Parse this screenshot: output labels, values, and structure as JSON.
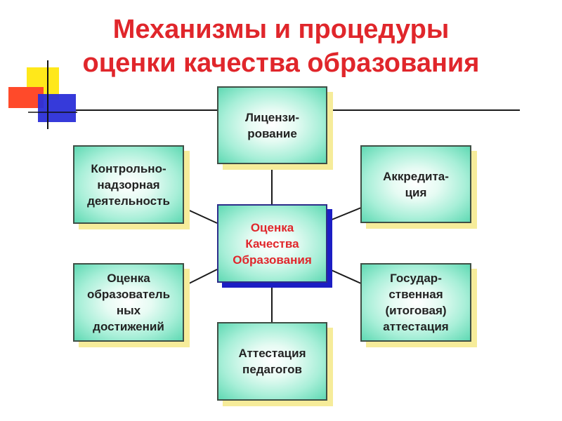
{
  "title": {
    "line1": "Механизмы и процедуры",
    "line2": "оценки качества образования"
  },
  "diagram": {
    "center": "Оценка\nКачества\nОбразования",
    "top": "Лицензи-\nрование",
    "left_top": "Контрольно-\nнадзорная\nдеятельность",
    "right_top": "Аккредита-\nция",
    "left_bottom": "Оценка\nобразователь\nных\nдостижений",
    "right_bottom": "Государ-\nственная\n(итоговая)\nаттестация",
    "bottom": "Аттестация\nпедагогов"
  },
  "colors": {
    "title": "#e0262b",
    "center_text": "#e0262b",
    "box_fill": "#a8efd8",
    "box_shadow": "#f6ec9a",
    "center_shadow": "#1c1ec4"
  }
}
